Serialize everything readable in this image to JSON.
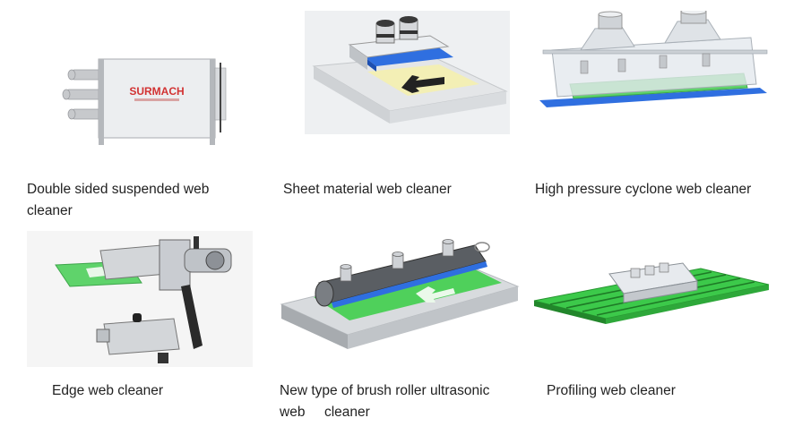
{
  "products": [
    {
      "caption": "Double sided suspended web\ncleaner",
      "icon": "double-sided-cleaner-image",
      "logo_text": "SURMACH"
    },
    {
      "caption": "Sheet material web cleaner",
      "icon": "sheet-cleaner-image"
    },
    {
      "caption": "High pressure cyclone web cleaner",
      "icon": "cyclone-cleaner-image"
    },
    {
      "caption": "Edge web cleaner",
      "icon": "edge-cleaner-image"
    },
    {
      "caption": "New type of brush roller ultrasonic\nweb     cleaner",
      "icon": "brush-roller-cleaner-image"
    },
    {
      "caption": "Profiling web cleaner",
      "icon": "profiling-cleaner-image"
    }
  ],
  "colors": {
    "blue": "#2f6fe0",
    "green": "#3cc94a",
    "metal": "#c9ccd1",
    "yellow": "#f3efb5"
  }
}
